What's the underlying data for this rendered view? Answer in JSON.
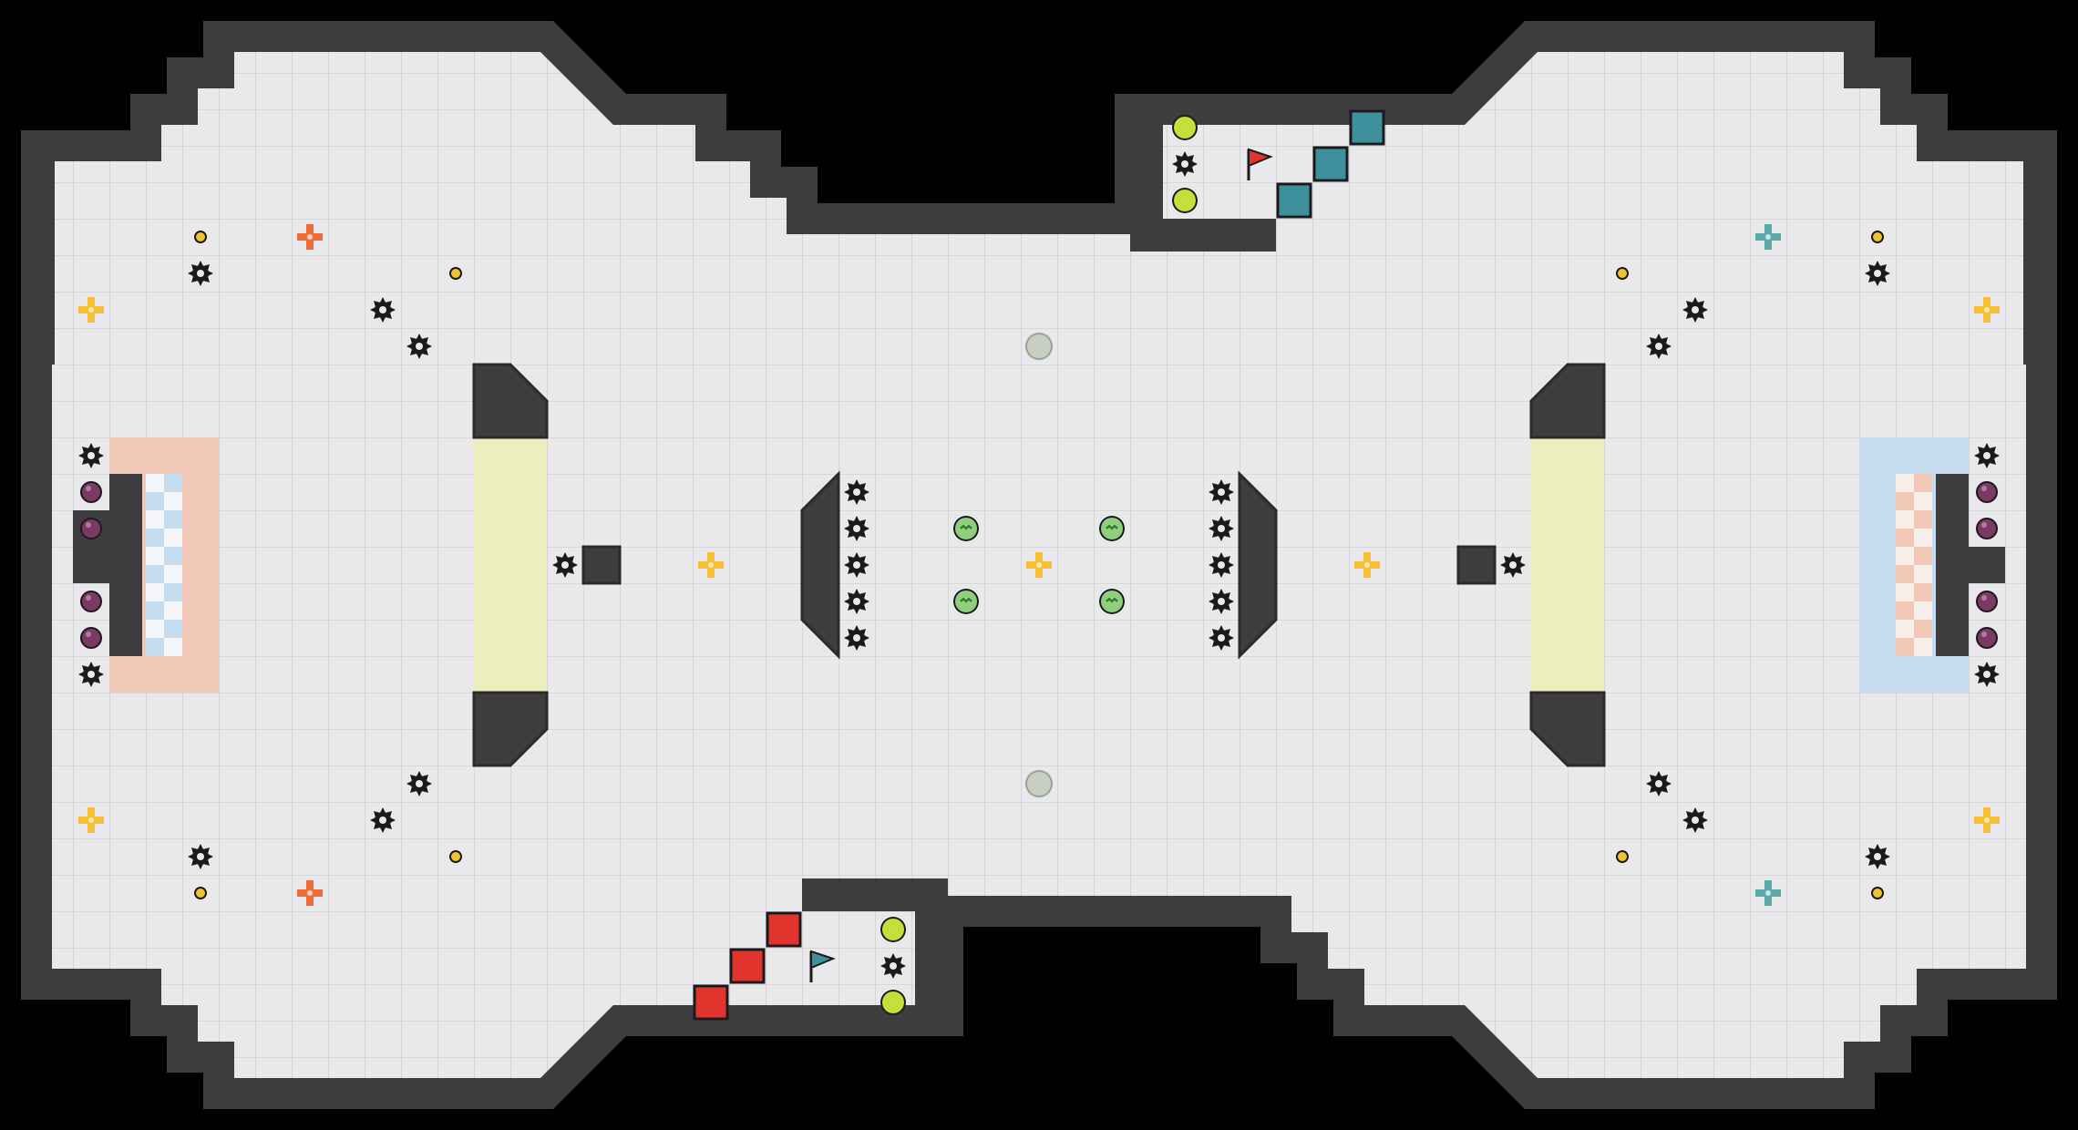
{
  "map": {
    "name": "",
    "grid_cols": 57,
    "grid_rows": 31,
    "colors": {
      "background": "#000000",
      "floor": "#e9e9ec",
      "floor_grid": "#d6d6db",
      "wall": "#3d3d40",
      "wall_edge": "#2a2a2c",
      "red_team": "#e0342c",
      "blue_team": "#3f8f9c",
      "red_zone": "#f2c8b8",
      "blue_zone": "#c5dcef",
      "yellow_zone": "#edeec0",
      "boost": "#f5c033",
      "red_boost": "#f06a3a",
      "blue_boost": "#5aa9a9",
      "powerup": "#c6df3a",
      "bomb": "#7b3a63",
      "portal": "#c9d0c1",
      "spike": "#1b1b1b"
    },
    "legend": {
      "spike": "spike-icon",
      "bomb": "bomb-icon",
      "boost": "boost-icon",
      "powerup": "powerup-icon",
      "flag": "flag-icon",
      "gate": "gate-tile",
      "portal": "portal-icon",
      "pad": "small-pad-icon"
    }
  },
  "entities": {
    "red_flag": {
      "team": "red"
    },
    "blue_flag": {
      "team": "blue"
    }
  }
}
